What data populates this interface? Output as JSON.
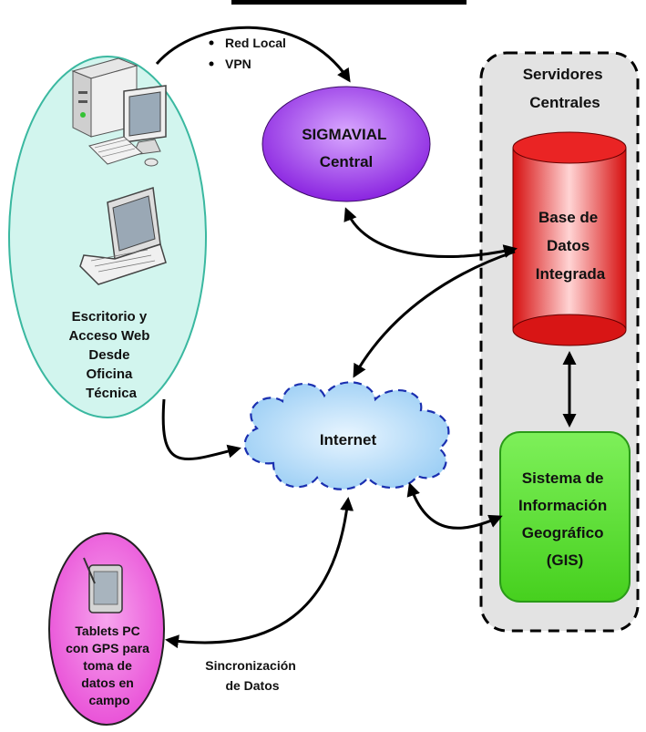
{
  "network_options": [
    "Red Local",
    "VPN"
  ],
  "sigmavial": [
    "SIGMAVIAL",
    "Central"
  ],
  "servers_title": [
    "Servidores",
    "Centrales"
  ],
  "database": [
    "Base de",
    "Datos",
    "Integrada"
  ],
  "gis": [
    "Sistema de",
    "Información",
    "Geográfico",
    "(GIS)"
  ],
  "internet": "Internet",
  "office": [
    "Escritorio y",
    "Acceso Web",
    "Desde",
    "Oficina",
    "Técnica"
  ],
  "tablets": [
    "Tablets PC",
    "con GPS para",
    "toma de",
    "datos en",
    "campo"
  ],
  "sync": [
    "Sincronización",
    "de Datos"
  ],
  "colors": {
    "office_fill": "#d2f5ee",
    "office_border": "#3ab8a0",
    "sigmavial_fill": "#9a33e8",
    "database_fill": "#e61e1e",
    "gis_fill": "#5ee63c",
    "gis_border": "#2a9a18",
    "internet_fill": "#b9dcf7",
    "internet_border": "#1a2fb0",
    "tablets_fill": "#ef4fdd",
    "servers_fill": "#e3e3e3"
  }
}
